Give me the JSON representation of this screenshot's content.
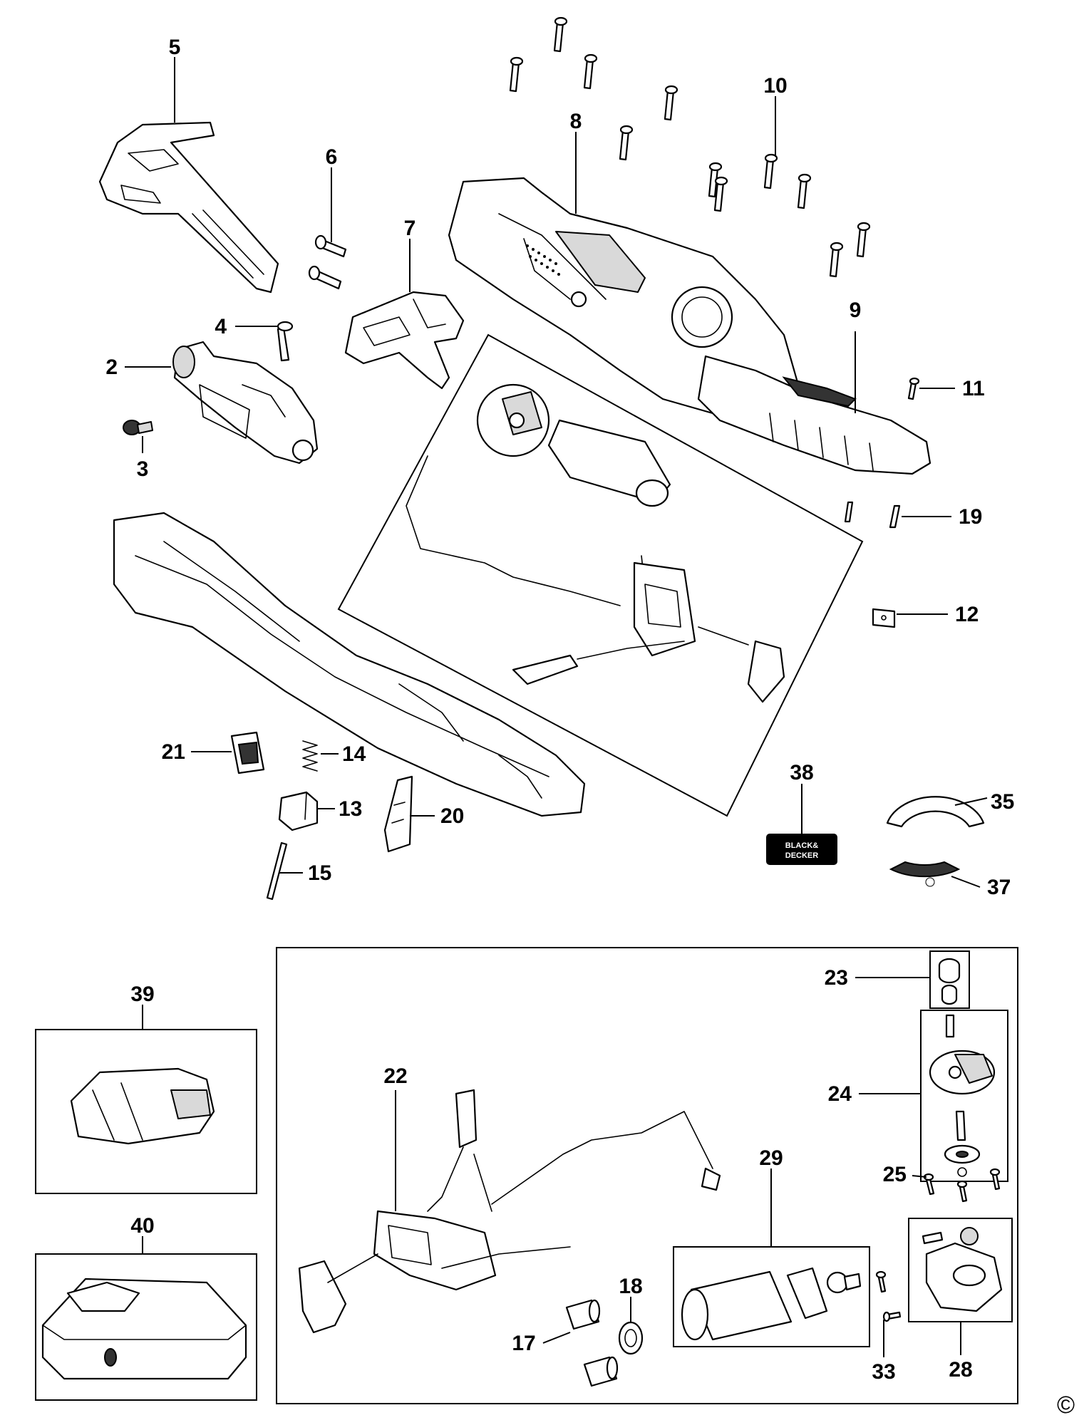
{
  "callouts": {
    "p2": "2",
    "p3": "3",
    "p4": "4",
    "p5": "5",
    "p6": "6",
    "p7": "7",
    "p8": "8",
    "p9": "9",
    "p10": "10",
    "p11": "11",
    "p12": "12",
    "p13": "13",
    "p14": "14",
    "p15": "15",
    "p17": "17",
    "p18": "18",
    "p19": "19",
    "p20": "20",
    "p21": "21",
    "p22": "22",
    "p23": "23",
    "p24": "24",
    "p25": "25",
    "p28": "28",
    "p29": "29",
    "p33": "33",
    "p35": "35",
    "p37": "37",
    "p38": "38",
    "p39": "39",
    "p40": "40"
  },
  "logo": {
    "line1": "BLACK&",
    "line2": "DECKER"
  },
  "copyright": "©"
}
